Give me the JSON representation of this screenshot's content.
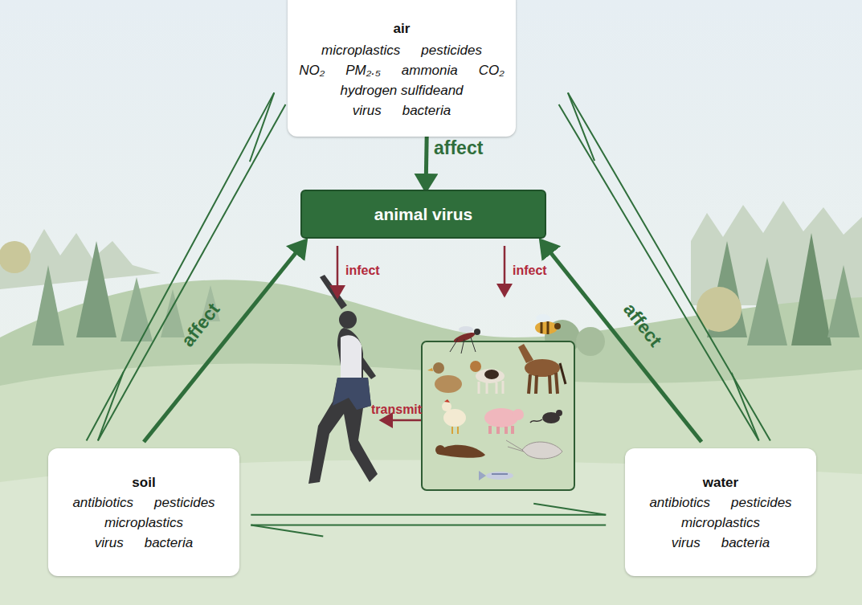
{
  "diagram": {
    "nodes": [
      {
        "text": [
          "air",
          "microplastics",
          "pesticides",
          "NO₂",
          "PM₂.₅",
          "ammonia",
          "CO₂",
          "hydrogen sulfideand",
          "virus",
          "bacteria"
        ]
      },
      {
        "text": [
          "animal virus"
        ]
      },
      {
        "text": [
          "soil",
          "antibiotics",
          "pesticides",
          "microplastics",
          "virus",
          "bacteria"
        ]
      },
      {
        "text": [
          "water",
          "antibiotics",
          "pesticides",
          "microplastics",
          "virus",
          "bacteria"
        ]
      }
    ],
    "edges": [
      {
        "from": 0,
        "to": 1,
        "label": "affect",
        "arrow": "to"
      },
      {
        "from": 2,
        "to": 1,
        "label": "affect",
        "arrow": "to"
      },
      {
        "from": 3,
        "to": 1,
        "label": "affect",
        "arrow": "to"
      },
      {
        "from": 2,
        "to": 0,
        "arrow": "to"
      },
      {
        "from": 0,
        "to": 2,
        "arrow": "to"
      },
      {
        "from": 3,
        "to": 0,
        "arrow": "to"
      },
      {
        "from": 0,
        "to": 3,
        "arrow": "to"
      },
      {
        "from": 2,
        "to": 3,
        "arrow": "to"
      },
      {
        "from": 3,
        "to": 2,
        "arrow": "to"
      }
    ],
    "labels": [
      "infect",
      "infect",
      "transmit"
    ]
  }
}
